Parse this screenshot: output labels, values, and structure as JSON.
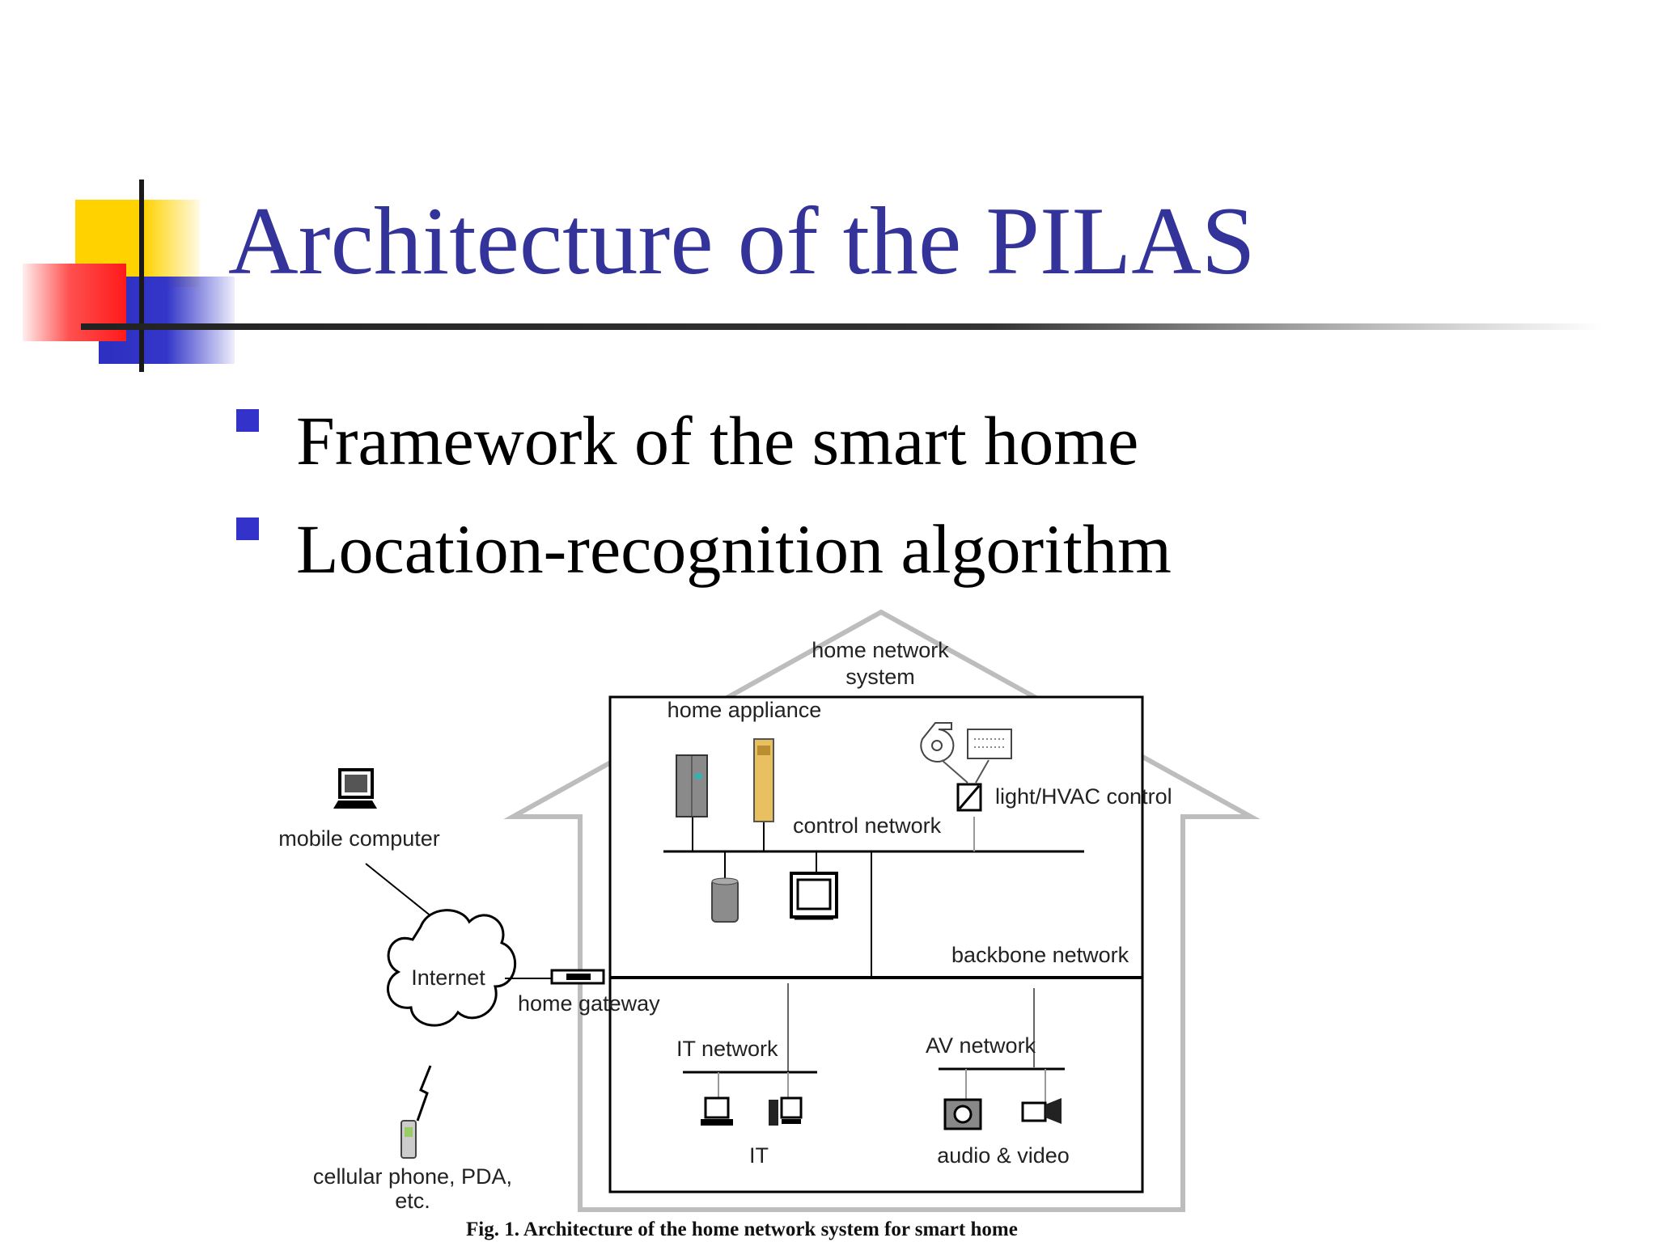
{
  "slide": {
    "title": "Architecture of the PILAS",
    "bullets": [
      "Framework of the smart home",
      "Location-recognition algorithm"
    ]
  },
  "diagram": {
    "labels": {
      "home_network": "home network",
      "system": "system",
      "home_appliance": "home appliance",
      "light_hvac": "light/HVAC control",
      "control_network": "control network",
      "mobile_computer": "mobile computer",
      "backbone_network": "backbone network",
      "internet": "Internet",
      "home_gateway": "home gateway",
      "it_network": "IT network",
      "av_network": "AV network",
      "it": "IT",
      "audio_video": "audio & video",
      "cellular": "cellular phone, PDA,",
      "etc": "etc."
    },
    "caption": "Fig. 1. Architecture of the home network system for smart home"
  },
  "colors": {
    "title": "#333399",
    "bullet": "#3333cc",
    "accent_yellow": "#ffd200",
    "accent_red": "#ff1a1a",
    "accent_blue": "#2d2fc0"
  }
}
